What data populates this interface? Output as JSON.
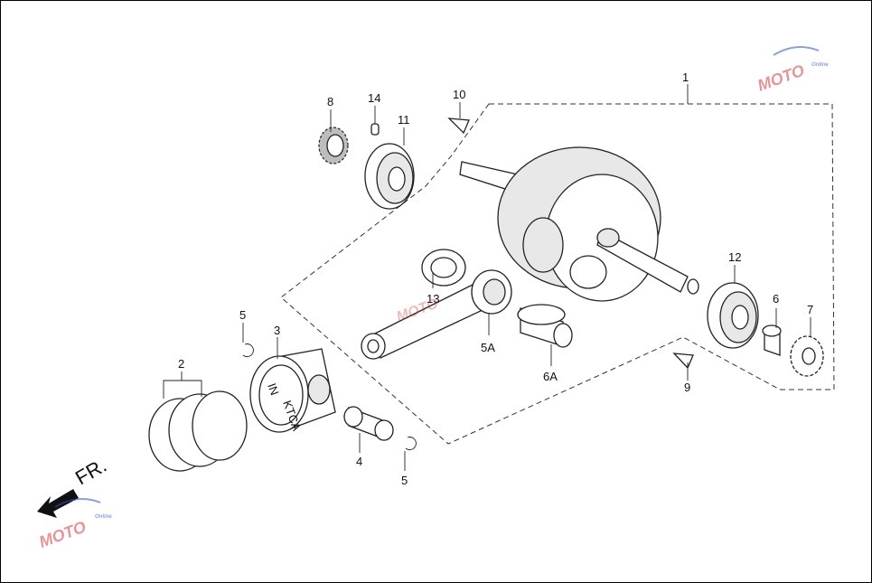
{
  "callouts": {
    "c1": "1",
    "c2": "2",
    "c3": "3",
    "c4": "4",
    "c5a": "5",
    "c5b": "5",
    "c5A": "5A",
    "c6": "6",
    "c6A": "6A",
    "c7": "7",
    "c8": "8",
    "c9": "9",
    "c10": "10",
    "c11": "11",
    "c12": "12",
    "c13": "13",
    "c14": "14"
  },
  "direction_label": "FR.",
  "piston_markings": {
    "intake": "IN",
    "brand": "KTCA"
  },
  "watermark": {
    "text": "MOTO",
    "sub": "Online"
  },
  "colors": {
    "line": "#222222",
    "watermark_red": "#d04040",
    "watermark_blue": "#3050c0"
  }
}
